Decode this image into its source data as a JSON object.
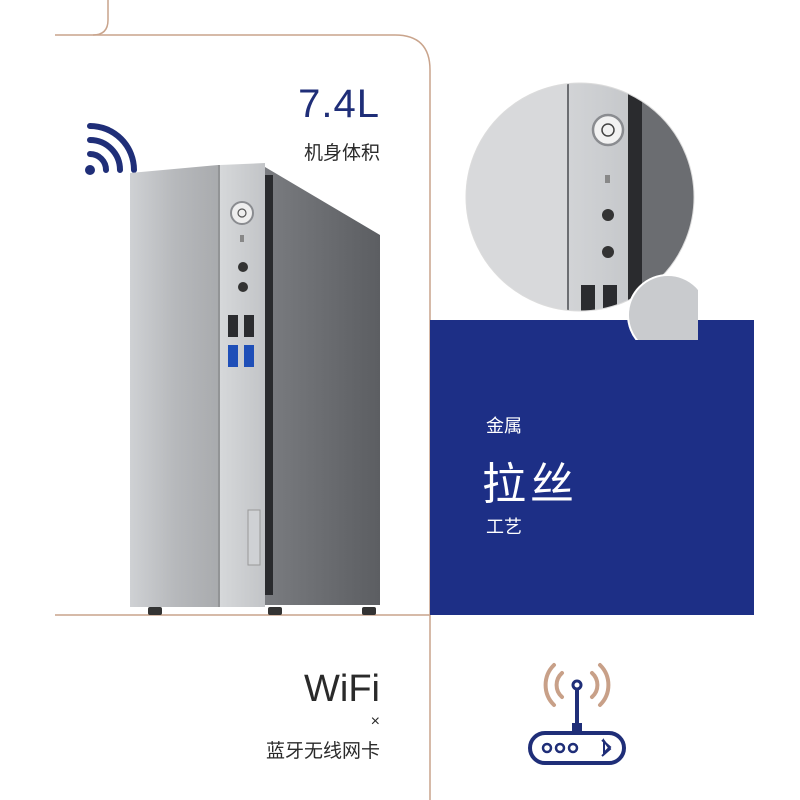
{
  "volume": {
    "value": "7.4L",
    "label": "机身体积"
  },
  "feature": {
    "line1": "金属",
    "line2": "拉丝",
    "line3": "工艺"
  },
  "connectivity": {
    "wifi": "WiFi",
    "cross": "×",
    "bt": "蓝牙无线网卡"
  },
  "colors": {
    "accent_blue": "#1d2f86",
    "frame_tan": "#c9a48c",
    "wifi_icon_blue": "#1f2e78",
    "router_signal": "#c8a088"
  },
  "icons": [
    "wifi-icon",
    "router-bluetooth-icon",
    "power-button-icon",
    "usb-port-icon"
  ]
}
